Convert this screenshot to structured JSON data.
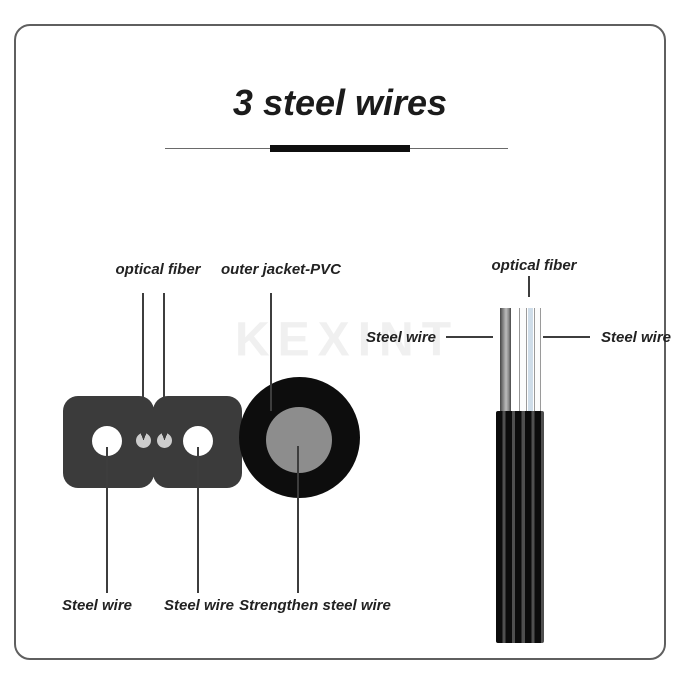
{
  "header": {
    "title": "3 steel wires"
  },
  "watermark": {
    "text": "KEXINT"
  },
  "cross_section_view": {
    "top_labels": [
      {
        "label": "optical fiber"
      },
      {
        "label": "outer jacket-PVC"
      }
    ],
    "bottom_labels": [
      {
        "label": "Steel wire"
      },
      {
        "label": "Steel wire"
      },
      {
        "label": "Strengthen steel wire"
      }
    ]
  },
  "side_view": {
    "top_label": "optical fiber",
    "left_label": "Steel wire",
    "right_label": "Steel wire"
  },
  "colors": {
    "cable_body": "#3b3b3b",
    "outer_jacket_pvc": "#0d0d0d",
    "strengthen_steel_wire": "#8d8d8d",
    "optical_fiber_buffer": "#cdcdcd",
    "steel_wire_hole": "#ffffff",
    "optical_fiber_blue": "#cfdde9",
    "steel_rod_gray": "#bdbdbd",
    "leader_line": "#3d3d3d",
    "frame_border": "#5f5f5f",
    "watermark_gray": "#f0f0f0"
  }
}
